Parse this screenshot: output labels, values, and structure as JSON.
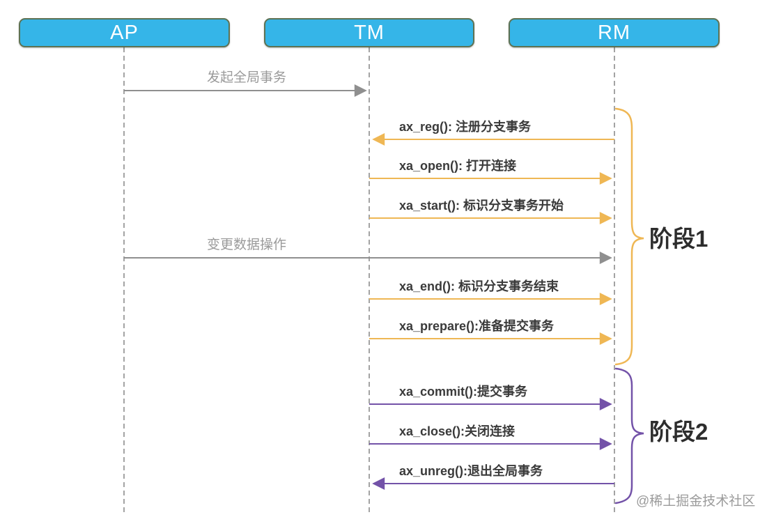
{
  "diagram": {
    "title": "XA two-phase commit sequence diagram",
    "watermark": "@稀土掘金技术社区"
  },
  "actors": [
    {
      "label": "AP"
    },
    {
      "label": "TM"
    },
    {
      "label": "RM"
    }
  ],
  "colors": {
    "actor_fill": "#35b5e8",
    "actor_border": "#5e7253",
    "actor_text": "#ffffff",
    "lifeline": "#a3a3a3",
    "gray": "#8f8f8f",
    "orange": "#efb754",
    "purple": "#7352a8",
    "label_dark": "#3a3a3a",
    "label_gray": "#9a9a9a",
    "phase_text": "#2d2d2d"
  },
  "messages": [
    {
      "from": "AP",
      "to": "TM",
      "label": "发起全局事务",
      "color": "gray"
    },
    {
      "from": "RM",
      "to": "TM",
      "label": "ax_reg(): 注册分支事务",
      "color": "orange"
    },
    {
      "from": "TM",
      "to": "RM",
      "label": "xa_open(): 打开连接",
      "color": "orange"
    },
    {
      "from": "TM",
      "to": "RM",
      "label": "xa_start(): 标识分支事务开始",
      "color": "orange"
    },
    {
      "from": "AP",
      "to": "RM",
      "label": "变更数据操作",
      "color": "gray"
    },
    {
      "from": "TM",
      "to": "RM",
      "label": "xa_end(): 标识分支事务结束",
      "color": "orange"
    },
    {
      "from": "TM",
      "to": "RM",
      "label": "xa_prepare():准备提交事务",
      "color": "orange"
    },
    {
      "from": "TM",
      "to": "RM",
      "label": "xa_commit():提交事务",
      "color": "purple"
    },
    {
      "from": "TM",
      "to": "RM",
      "label": "xa_close():关闭连接",
      "color": "purple"
    },
    {
      "from": "RM",
      "to": "TM",
      "label": "ax_unreg():退出全局事务",
      "color": "purple"
    }
  ],
  "phases": [
    {
      "label": "阶段1",
      "color": "orange"
    },
    {
      "label": "阶段2",
      "color": "purple"
    }
  ]
}
